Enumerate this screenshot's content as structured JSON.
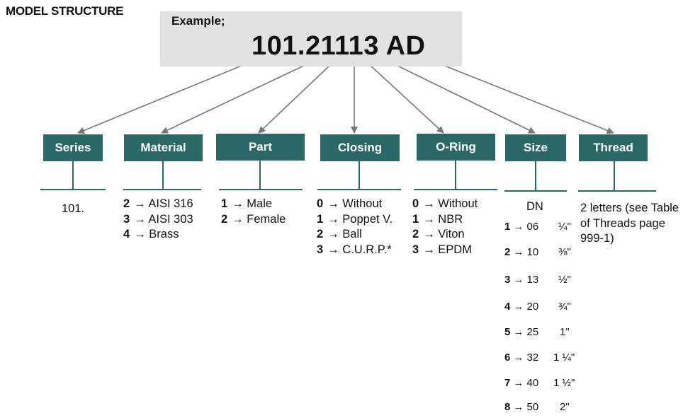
{
  "title": "MODEL STRUCTURE",
  "example": {
    "label": "Example;",
    "code": "101.21113 AD"
  },
  "columns": [
    {
      "header": "Series",
      "items": [
        {
          "code": "",
          "text": "101."
        }
      ]
    },
    {
      "header": "Material",
      "items": [
        {
          "code": "2",
          "text": "AISI 316"
        },
        {
          "code": "3",
          "text": "AISI 303"
        },
        {
          "code": "4",
          "text": "Brass"
        }
      ]
    },
    {
      "header": "Part",
      "items": [
        {
          "code": "1",
          "text": "Male"
        },
        {
          "code": "2",
          "text": "Female"
        }
      ]
    },
    {
      "header": "Closing",
      "items": [
        {
          "code": "0",
          "text": "Without"
        },
        {
          "code": "1",
          "text": "Poppet V."
        },
        {
          "code": "2",
          "text": "Ball"
        },
        {
          "code": "3",
          "text": "C.U.R.P.*"
        }
      ]
    },
    {
      "header": "O-Ring",
      "items": [
        {
          "code": "0",
          "text": "Without"
        },
        {
          "code": "1",
          "text": "NBR"
        },
        {
          "code": "2",
          "text": "Viton"
        },
        {
          "code": "3",
          "text": "EPDM"
        }
      ]
    },
    {
      "header": "Size",
      "subheader": "DN",
      "items": [
        {
          "code": "1",
          "dn": "06",
          "inch": "¼\""
        },
        {
          "code": "2",
          "dn": "10",
          "inch": "⅜\""
        },
        {
          "code": "3",
          "dn": "13",
          "inch": "½\""
        },
        {
          "code": "4",
          "dn": "20",
          "inch": "¾\""
        },
        {
          "code": "5",
          "dn": "25",
          "inch": "1\""
        },
        {
          "code": "6",
          "dn": "32",
          "inch": "1 ¼\""
        },
        {
          "code": "7",
          "dn": "40",
          "inch": "1 ½\""
        },
        {
          "code": "8",
          "dn": "50",
          "inch": "2\""
        }
      ]
    },
    {
      "header": "Thread",
      "note": "2 letters (see Table of Threads page 999-1)"
    }
  ],
  "arrow_symbol": "→",
  "colors": {
    "header_bg": "#2b6767",
    "example_bg": "#e2e2e2",
    "connector": "#777777"
  }
}
